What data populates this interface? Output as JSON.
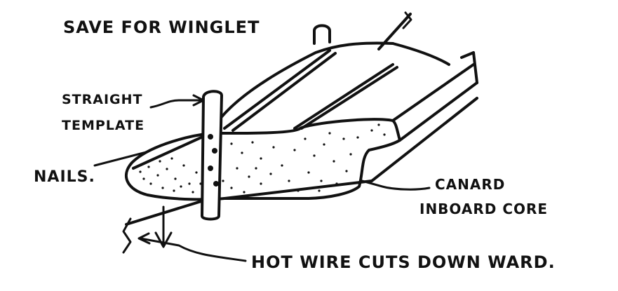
{
  "labels": {
    "top_note": "SAVE FOR WINGLET",
    "straight_template_line1": "STRAIGHT",
    "straight_template_line2": "TEMPLATE",
    "nails": "NAILS.",
    "canard_line1": "CANARD",
    "canard_line2": "INBOARD CORE",
    "hot_wire": "HOT WIRE CUTS DOWN WARD."
  },
  "colors": {
    "ink": "#111111",
    "paper": "#ffffff"
  }
}
